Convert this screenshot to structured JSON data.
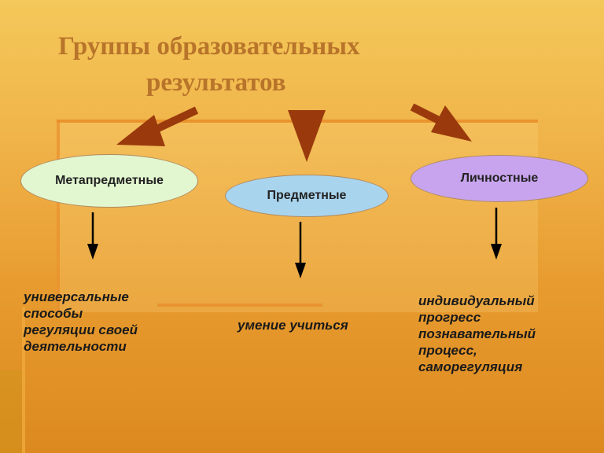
{
  "title": {
    "line1": "Группы образовательных",
    "line2": "результатов"
  },
  "groups": [
    {
      "label": "Метапредметные",
      "color": "#e2f7cf",
      "description": [
        "универсальные",
        "способы",
        "регуляции своей",
        "деятельности"
      ]
    },
    {
      "label": "Предметные",
      "color": "#a9d4ee",
      "description": [
        "умение учиться"
      ]
    },
    {
      "label": "Личностные",
      "color": "#c8a4ee",
      "description": [
        "индивидуальный",
        "прогресс",
        "познавательный",
        "процесс,",
        "саморегуляция"
      ]
    }
  ],
  "colors": {
    "title": "#b8742a",
    "big_arrow": "#9a3a0c",
    "small_arrow": "#000000"
  }
}
